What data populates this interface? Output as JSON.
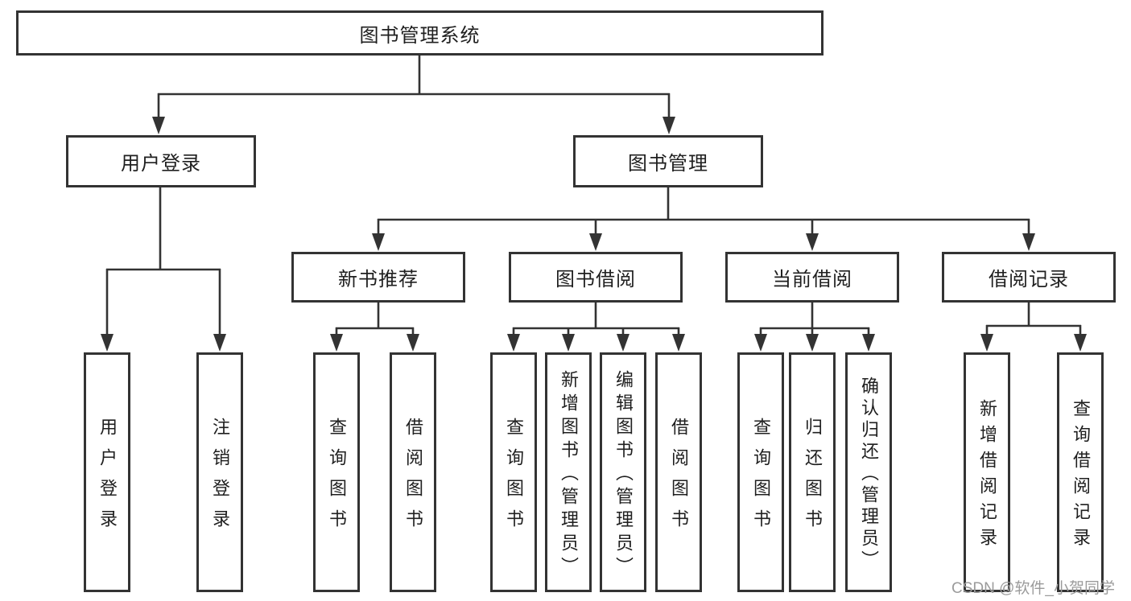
{
  "title": "图书管理系统",
  "colors": {
    "line": "#333333",
    "text": "#1f1f1f",
    "watermark": "#9b9b9b",
    "background": "#ffffff"
  },
  "nodes": {
    "root": {
      "label": "图书管理系统"
    },
    "level2": [
      {
        "label": "用户登录"
      },
      {
        "label": "图书管理"
      }
    ],
    "level3": [
      {
        "label": "新书推荐"
      },
      {
        "label": "图书借阅"
      },
      {
        "label": "当前借阅"
      },
      {
        "label": "借阅记录"
      }
    ],
    "level4": {
      "user_login": [
        {
          "label": "用户登录"
        },
        {
          "label": "注销登录"
        }
      ],
      "new_books": [
        {
          "label": "查询图书"
        },
        {
          "label": "借阅图书"
        }
      ],
      "book_borrow": [
        {
          "label": "查询图书"
        },
        {
          "label": "新增图书（管理员）"
        },
        {
          "label": "编辑图书（管理员）"
        },
        {
          "label": "借阅图书"
        }
      ],
      "current_borrow": [
        {
          "label": "查询图书"
        },
        {
          "label": "归还图书"
        },
        {
          "label": "确认归还（管理员）"
        }
      ],
      "borrow_records": [
        {
          "label": "新增借阅记录"
        },
        {
          "label": "查询借阅记录"
        }
      ]
    }
  },
  "watermark": {
    "text": "CSDN @软件_小贺同学"
  }
}
